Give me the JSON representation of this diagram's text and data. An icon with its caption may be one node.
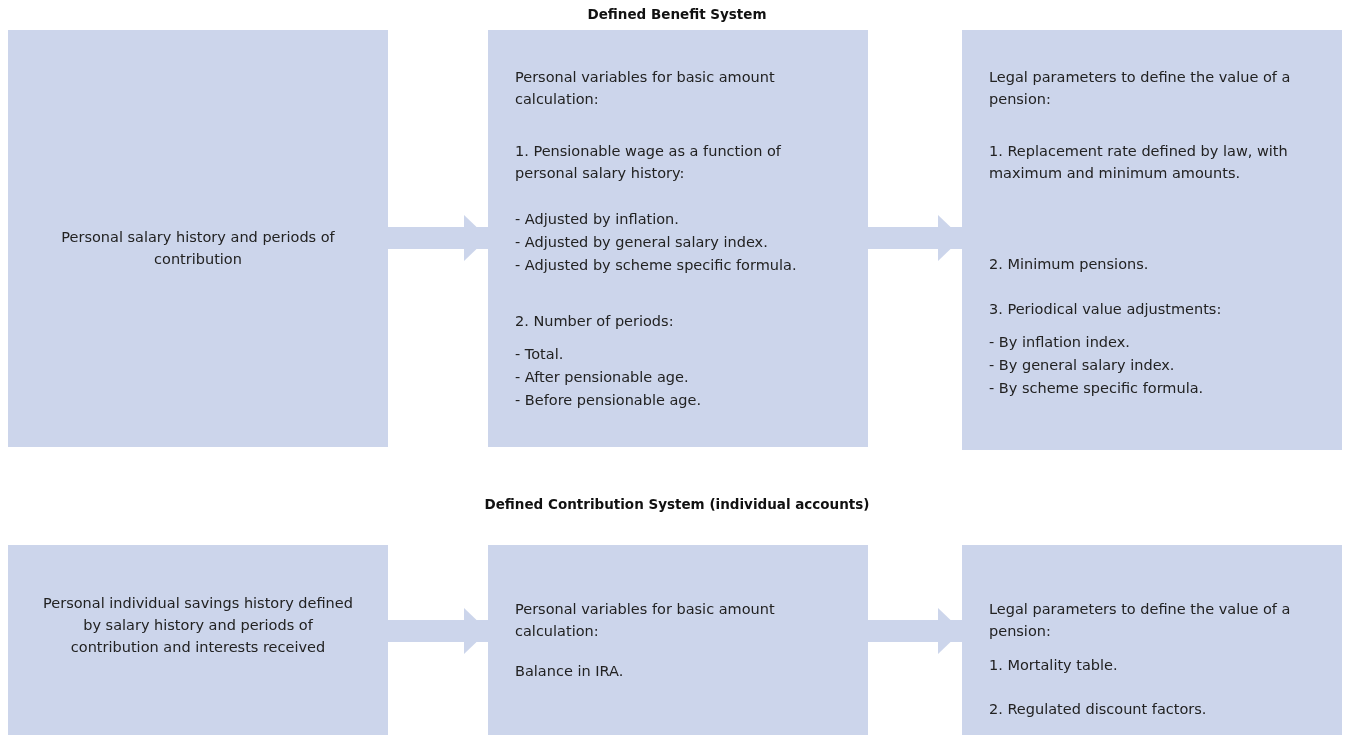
{
  "diagram": {
    "nodes": [
      {
        "text": [
          "Personal salary history and periods of contribution"
        ]
      },
      {
        "text": [
          "Personal variables for basic amount calculation:",
          "1. Pensionable wage as a function of personal salary history:",
          "- Adjusted by inflation.",
          "- Adjusted by general salary index.",
          "- Adjusted by scheme specific formula.",
          "2. Number of periods:",
          "- Total.",
          "- After pensionable age.",
          "- Before pensionable age."
        ]
      },
      {
        "text": [
          "Legal parameters to define the value of a pension:",
          "1. Replacement rate defined by law, with maximum and minimum amounts.",
          "2. Minimum pensions.",
          "3. Periodical value adjustments:",
          "- By inflation index.",
          "- By general salary index.",
          "- By scheme specific formula."
        ]
      },
      {
        "text": [
          "Personal individual savings history defined by salary history and periods of contribution and interests received"
        ]
      },
      {
        "text": [
          "Personal variables for basic amount calculation:",
          "Balance in IRA."
        ]
      },
      {
        "text": [
          "Legal parameters to define the value of a pension:",
          "1. Mortality table.",
          "2. Regulated discount factors."
        ]
      }
    ],
    "edges": [
      {
        "from": 0,
        "to": 1,
        "arrow": "to"
      },
      {
        "from": 1,
        "to": 2,
        "arrow": "to"
      },
      {
        "from": 3,
        "to": 4,
        "arrow": "to"
      },
      {
        "from": 4,
        "to": 5,
        "arrow": "to"
      }
    ],
    "labels": [
      "Defined Benefit System",
      "Defined Contribution System (individual accounts)"
    ]
  }
}
